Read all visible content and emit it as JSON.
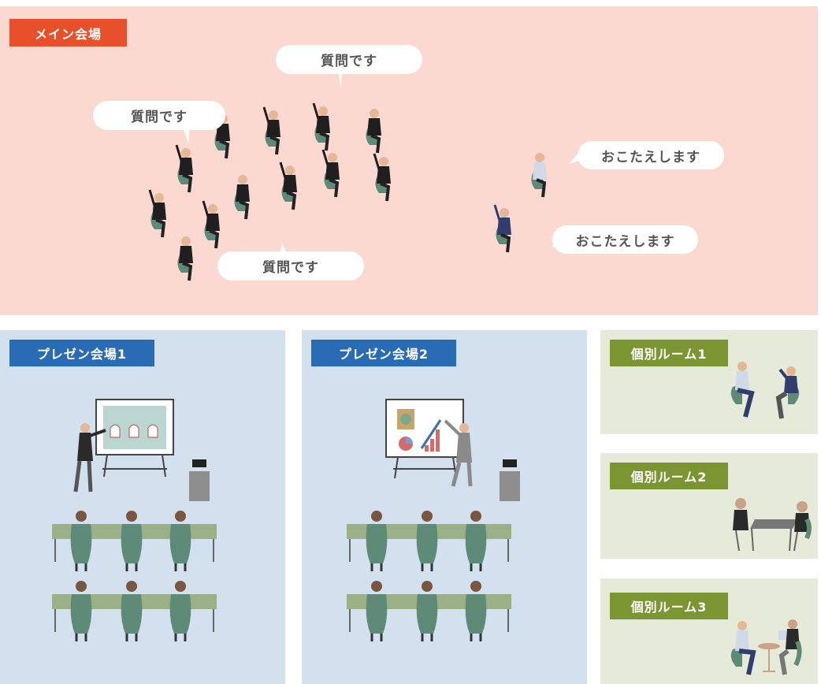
{
  "colors": {
    "main_bg": "#fbd9d1",
    "main_label": "#e8502c",
    "presen_bg": "#d3e1ee",
    "presen_label": "#2a6bb6",
    "room_bg": "#e6ead9",
    "room_label": "#7a9532"
  },
  "main": {
    "label": "メイン会場",
    "bubbles": [
      "質問です",
      "質問です",
      "質問です"
    ],
    "answers": [
      "おこたえします",
      "おこたえします"
    ]
  },
  "presen": [
    {
      "label": "プレゼン会場1"
    },
    {
      "label": "プレゼン会場2"
    }
  ],
  "rooms": [
    {
      "label": "個別ルーム1"
    },
    {
      "label": "個別ルーム2"
    },
    {
      "label": "個別ルーム3"
    }
  ]
}
